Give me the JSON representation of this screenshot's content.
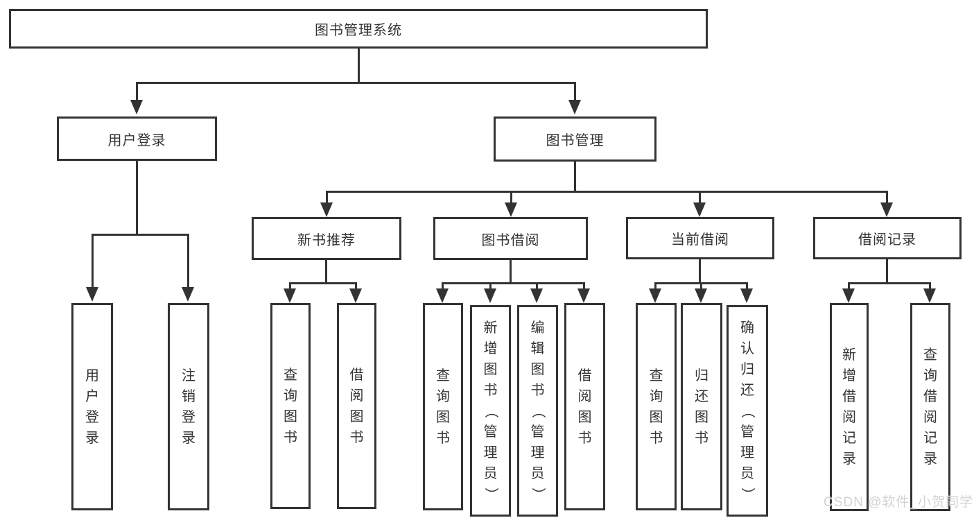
{
  "diagram": {
    "type": "hierarchy-tree",
    "style": {
      "line_color": "#333333",
      "text_color": "#333333",
      "box_background": "#ffffff",
      "watermark_color": "#d2d2d2"
    },
    "tree": {
      "label": "图书管理系统",
      "children": [
        {
          "label": "用户登录",
          "children": [
            {
              "label": "用户登录"
            },
            {
              "label": "注销登录"
            }
          ]
        },
        {
          "label": "图书管理",
          "children": [
            {
              "label": "新书推荐",
              "children": [
                {
                  "label": "查询图书"
                },
                {
                  "label": "借阅图书"
                }
              ]
            },
            {
              "label": "图书借阅",
              "children": [
                {
                  "label": "查询图书"
                },
                {
                  "label": "新增图书（管理员）"
                },
                {
                  "label": "编辑图书（管理员）"
                },
                {
                  "label": "借阅图书"
                }
              ]
            },
            {
              "label": "当前借阅",
              "children": [
                {
                  "label": "查询图书"
                },
                {
                  "label": "归还图书"
                },
                {
                  "label": "确认归还（管理员）"
                }
              ]
            },
            {
              "label": "借阅记录",
              "children": [
                {
                  "label": "新增借阅记录"
                },
                {
                  "label": "查询借阅记录"
                }
              ]
            }
          ]
        }
      ]
    },
    "watermark": {
      "text": "CSDN @软件_小贺同学"
    }
  }
}
